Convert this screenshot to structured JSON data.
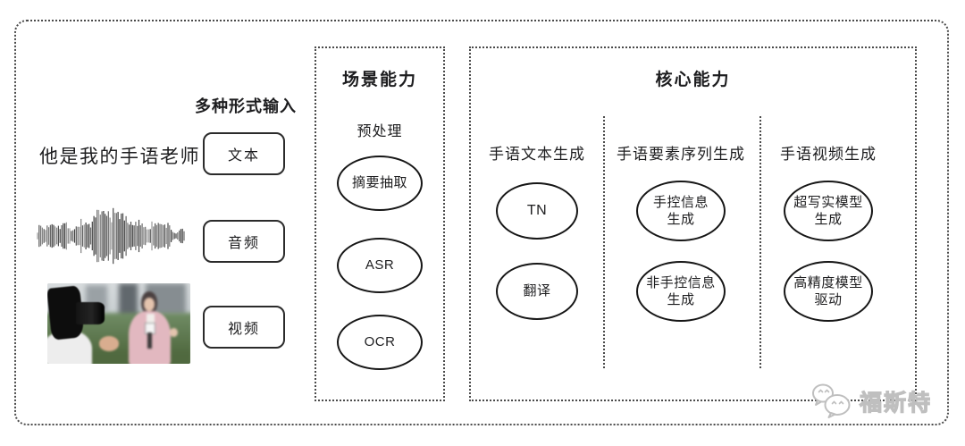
{
  "inputs": {
    "title": "多种形式输入",
    "text_example": "他是我的手语老师",
    "types": [
      {
        "label": "文本"
      },
      {
        "label": "音频"
      },
      {
        "label": "视频"
      }
    ]
  },
  "scene": {
    "title": "场景能力",
    "subtitle": "预处理",
    "nodes": [
      "摘要抽取",
      "ASR",
      "OCR"
    ]
  },
  "core": {
    "title": "核心能力",
    "columns": [
      {
        "header": "手语文本生成",
        "nodes": [
          "TN",
          "翻译"
        ]
      },
      {
        "header": "手语要素序列生成",
        "nodes": [
          "手控信息\n生成",
          "非手控信息\n生成"
        ]
      },
      {
        "header": "手语视频生成",
        "nodes": [
          "超写实模型\n生成",
          "高精度模型\n驱动"
        ]
      }
    ]
  },
  "watermark": {
    "text": "福斯特",
    "icon": "wechat-bubbles-icon"
  },
  "colors": {
    "stroke": "#161616",
    "dotted_border": "#4a4a4a",
    "watermark_gray": "#bfbfbf",
    "background": "#ffffff"
  }
}
